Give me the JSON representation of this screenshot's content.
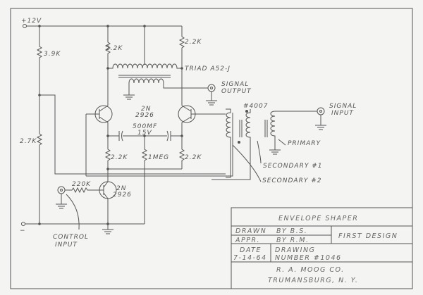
{
  "schematic": {
    "supply": "+12V",
    "ground_terminal": "−",
    "r_divider_top": "3.9K",
    "r_divider_bottom": "2.7K",
    "r_collector_left": "2.2K",
    "r_collector_right": "2.2K",
    "r_emitter_left": "2.2K",
    "r_emitter_right": "2.2K",
    "r_center": "1MEG",
    "r_base": "220K",
    "output_transformer": "TRIAD  A52-J",
    "signal_output": [
      "SIGNAL",
      "OUTPUT"
    ],
    "transistor_pair": [
      "2N",
      "2926"
    ],
    "capacitor": [
      "500MF",
      "15V"
    ],
    "transistor_control": [
      "2N",
      "2926"
    ],
    "input_transformer": "#4007",
    "signal_input": [
      "SIGNAL",
      "INPUT"
    ],
    "primary": "PRIMARY",
    "secondary_1": "SECONDARY   #1",
    "secondary_2": "SECONDARY   #2",
    "control_input": [
      "CONTROL",
      "INPUT"
    ]
  },
  "title_block": {
    "title": "ENVELOPE   SHAPER",
    "drawn_label": "DRAWN",
    "drawn_by": "BY   B.S.",
    "appr_label": "APPR.",
    "appr_by": "BY   R.M.",
    "note": "FIRST  DESIGN",
    "date_label": "DATE",
    "date": "7-14-64",
    "drawing_label": "DRAWING",
    "drawing_number": "NUMBER    #1046",
    "company": "R. A.   MOOG   CO.",
    "location": "TRUMANSBURG,   N. Y."
  }
}
